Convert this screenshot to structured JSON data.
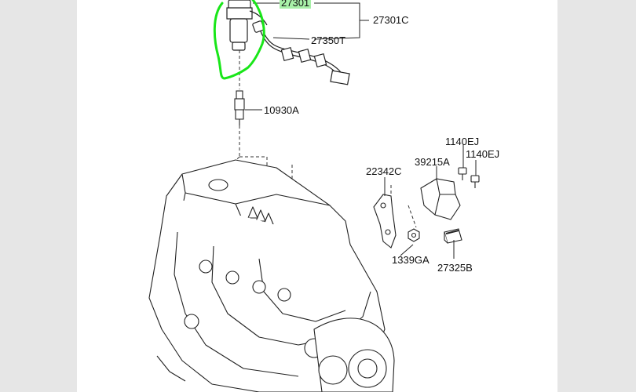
{
  "colors": {
    "background": "#e6e6e6",
    "sheet": "#ffffff",
    "linework": "#222222",
    "highlight_box": "#a8f0a8",
    "freehand_outline": "#19e619"
  },
  "part_labels": {
    "ignition_coil": "27301",
    "coil_assembly": "27301C",
    "coil_harness": "27350T",
    "spark_plug": "10930A",
    "bracket": "22342C",
    "sensor_cover": "39215A",
    "bolt_upper": "1140EJ",
    "bolt_right": "1140EJ",
    "nut": "1339GA",
    "sensor": "27325B"
  }
}
